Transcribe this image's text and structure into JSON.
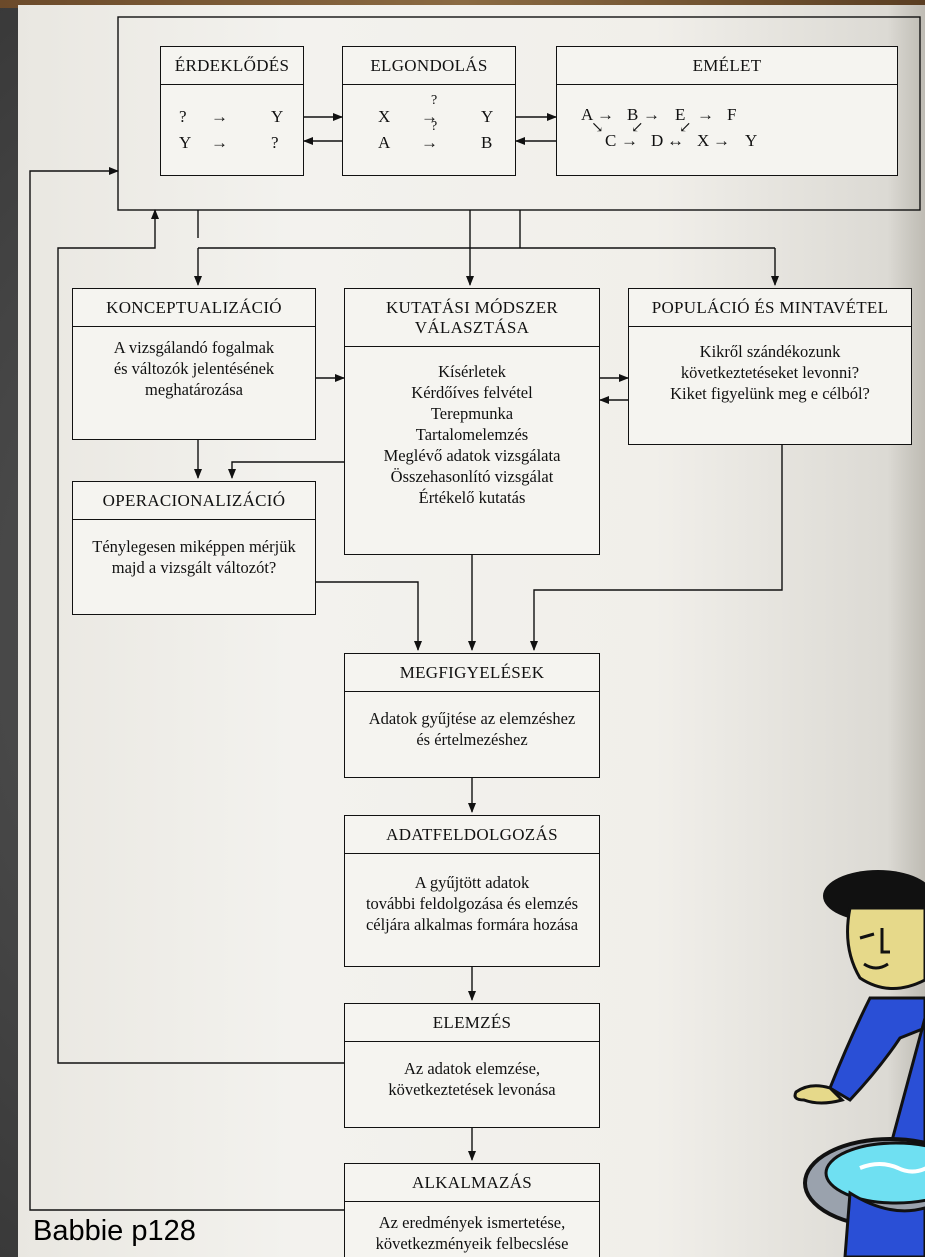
{
  "theory_box": {
    "interest": {
      "title": "ÉRDEKLŐDÉS",
      "row1": [
        "?",
        "Y"
      ],
      "row2": [
        "Y",
        "?"
      ]
    },
    "idea": {
      "title": "ELGONDOLÁS",
      "row1": [
        "X",
        "?",
        "Y"
      ],
      "row2": [
        "A",
        "?",
        "B"
      ]
    },
    "theory": {
      "title": "EMÉLET",
      "row1": [
        "A",
        "B",
        "E",
        "F"
      ],
      "row2": [
        "C",
        "D",
        "X",
        "Y"
      ]
    }
  },
  "conceptualization": {
    "title": "KONCEPTUALIZÁCIÓ",
    "lines": [
      "A vizsgálandó fogalmak",
      "és változók jelentésének",
      "meghatározása"
    ]
  },
  "method": {
    "title_lines": [
      "KUTATÁSI MÓDSZER",
      "VÁLASZTÁSA"
    ],
    "lines": [
      "Kísérletek",
      "Kérdőíves felvétel",
      "Terepmunka",
      "Tartalomelemzés",
      "Meglévő adatok vizsgálata",
      "Összehasonlító vizsgálat",
      "Értékelő kutatás"
    ]
  },
  "population": {
    "title": "POPULÁCIÓ ÉS MINTAVÉTEL",
    "lines": [
      "Kikről szándékozunk",
      "következtetéseket levonni?",
      "Kiket figyelünk meg e célból?"
    ]
  },
  "operationalization": {
    "title": "OPERACIONALIZÁCIÓ",
    "lines": [
      "Ténylegesen miképpen mérjük",
      "majd a vizsgált változót?"
    ]
  },
  "observations": {
    "title": "MEGFIGYELÉSEK",
    "lines": [
      "Adatok gyűjtése az elemzéshez",
      "és értelmezéshez"
    ]
  },
  "processing": {
    "title": "ADATFELDOLGOZÁS",
    "lines": [
      "A gyűjtött adatok",
      "további feldolgozása és elemzés",
      "céljára alkalmas formára hozása"
    ]
  },
  "analysis": {
    "title": "ELEMZÉS",
    "lines": [
      "Az adatok elemzése,",
      "következtetések levonása"
    ]
  },
  "application": {
    "title": "ALKALMAZÁS",
    "lines": [
      "Az eredmények ismertetése,",
      "következményeik felbecslése"
    ]
  },
  "credit": "Babbie p128",
  "colors": {
    "background": "#4a4a4a",
    "paper": "#f1efea",
    "ink": "#111111",
    "cartoon_shirt": "#2a4fd6",
    "cartoon_face": "#e6d98a"
  }
}
